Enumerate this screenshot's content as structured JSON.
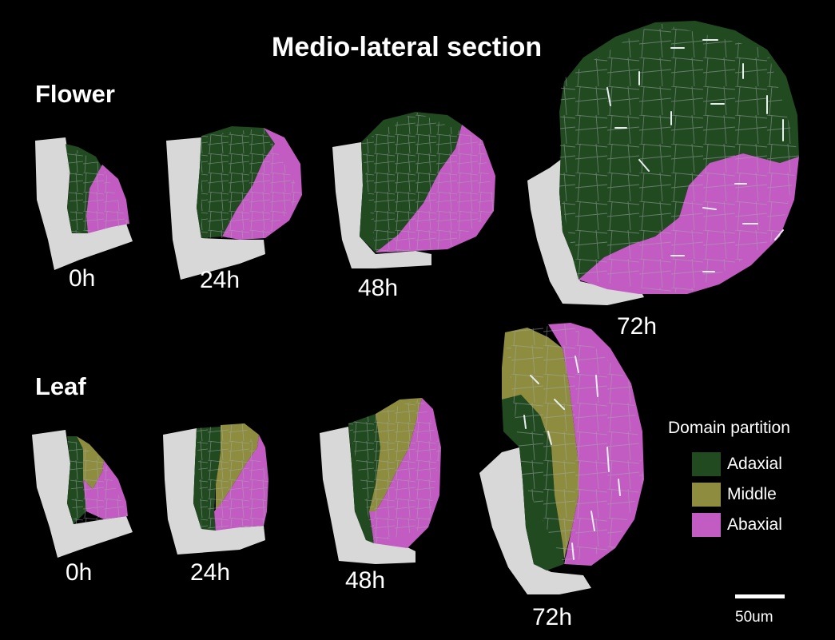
{
  "title": "Medio-lateral section",
  "rows": [
    {
      "label": "Flower",
      "timepoints": [
        "0h",
        "24h",
        "48h",
        "72h"
      ]
    },
    {
      "label": "Leaf",
      "timepoints": [
        "0h",
        "24h",
        "48h",
        "72h"
      ]
    }
  ],
  "legend": {
    "title": "Domain partition",
    "items": [
      {
        "label": "Adaxial",
        "color": "#214a21"
      },
      {
        "label": "Middle",
        "color": "#8d8c3f"
      },
      {
        "label": "Abaxial",
        "color": "#c25bc2"
      }
    ]
  },
  "scale_bar": {
    "label": "50um"
  },
  "colors": {
    "background": "#000000",
    "tissue": "#d8d8d8",
    "cell_wall": "#a7b0b0",
    "growth_marks": "#e8eef0"
  }
}
